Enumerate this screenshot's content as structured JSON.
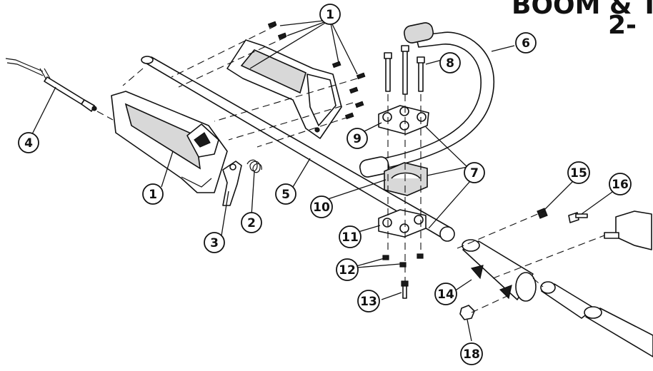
{
  "title": {
    "line1": "BOOM & T",
    "line2": "2-"
  },
  "callouts": [
    {
      "id": "callout-1a",
      "label": "1"
    },
    {
      "id": "callout-1b",
      "label": "1"
    },
    {
      "id": "callout-2",
      "label": "2"
    },
    {
      "id": "callout-3",
      "label": "3"
    },
    {
      "id": "callout-4",
      "label": "4"
    },
    {
      "id": "callout-5",
      "label": "5"
    },
    {
      "id": "callout-6",
      "label": "6"
    },
    {
      "id": "callout-7a",
      "label": "7"
    },
    {
      "id": "callout-7b",
      "label": "7"
    },
    {
      "id": "callout-8",
      "label": "8"
    },
    {
      "id": "callout-9",
      "label": "9"
    },
    {
      "id": "callout-10",
      "label": "10"
    },
    {
      "id": "callout-11",
      "label": "11"
    },
    {
      "id": "callout-12",
      "label": "12"
    },
    {
      "id": "callout-13",
      "label": "13"
    },
    {
      "id": "callout-14",
      "label": "14"
    },
    {
      "id": "callout-15",
      "label": "15"
    },
    {
      "id": "callout-16",
      "label": "16"
    },
    {
      "id": "callout-18",
      "label": "18"
    }
  ]
}
